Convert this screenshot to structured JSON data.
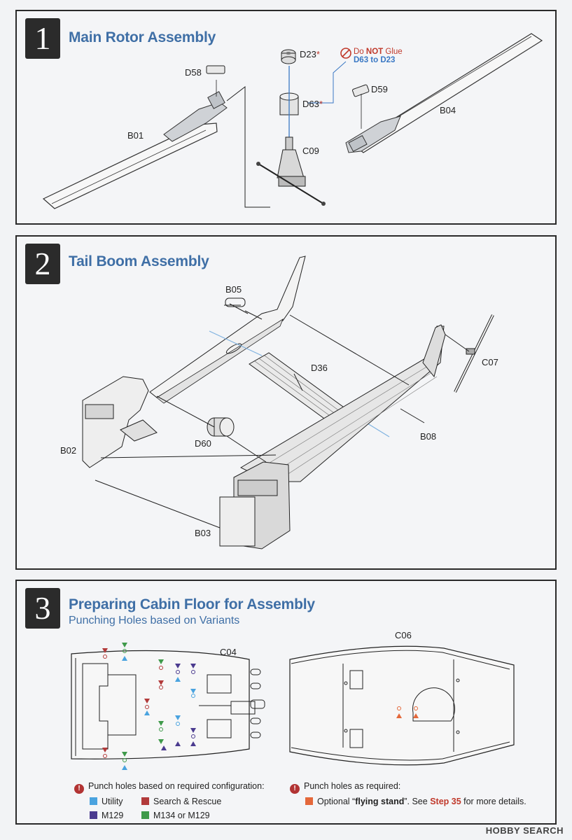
{
  "steps": [
    {
      "number": "1",
      "title": "Main Rotor Assembly",
      "labels": {
        "d58": "D58",
        "d23": "D23",
        "d63": "D63",
        "d59": "D59",
        "b01": "B01",
        "b04": "B04",
        "c09": "C09",
        "asterisk": "*"
      },
      "note": {
        "text_prefix": "Do ",
        "text_bold": "NOT",
        "text_suffix": " Glue",
        "line2": "D63 to D23"
      }
    },
    {
      "number": "2",
      "title": "Tail Boom Assembly",
      "labels": {
        "b05": "B05",
        "d36": "D36",
        "c07": "C07",
        "b02": "B02",
        "d60": "D60",
        "b08": "B08",
        "b03": "B03"
      }
    },
    {
      "number": "3",
      "title": "Preparing Cabin Floor for Assembly",
      "subtitle": "Punching Holes based on Variants",
      "labels": {
        "c04": "C04",
        "c06": "C06"
      },
      "legend_left": {
        "heading": "Punch holes based on required configuration:",
        "items": [
          {
            "label": "Utility",
            "color": "#4aa3df"
          },
          {
            "label": "Search & Rescue",
            "color": "#b23a3a"
          },
          {
            "label": "M129",
            "color": "#4b3b8f"
          },
          {
            "label": "M134 or M129",
            "color": "#3f9a4a"
          }
        ]
      },
      "legend_right": {
        "heading": "Punch holes as required:",
        "item_prefix": "Optional “",
        "item_bold": "flying stand",
        "item_mid": "”.  See ",
        "item_step": "Step 35",
        "item_suffix": " for more details.",
        "color": "#e4683a"
      }
    }
  ],
  "footer": {
    "brand": "HOBBY SEARCH"
  }
}
